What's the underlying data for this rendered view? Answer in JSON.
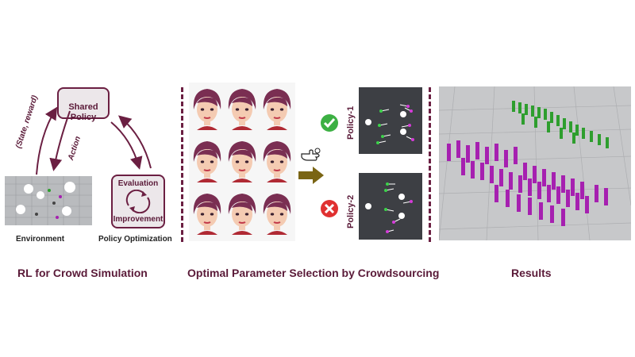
{
  "left": {
    "shared_policy": "Shared\nPolicy",
    "state_reward": "(State, reward)",
    "action": "Action",
    "evaluation": "Evaluation",
    "improvement": "Improvement",
    "environment": "Environment",
    "policy_optimization": "Policy Optimization",
    "caption": "RL for Crowd Simulation"
  },
  "middle": {
    "caption": "Optimal Parameter Selection by Crowdsourcing",
    "policy1": "Policy-1",
    "policy2": "Policy-2"
  },
  "right": {
    "caption": "Results"
  },
  "colors": {
    "maroon": "#6b1f42",
    "accept": "#3cb043",
    "reject": "#e03131",
    "agent_purple": "#a620b0",
    "agent_green": "#2e9e2e"
  }
}
